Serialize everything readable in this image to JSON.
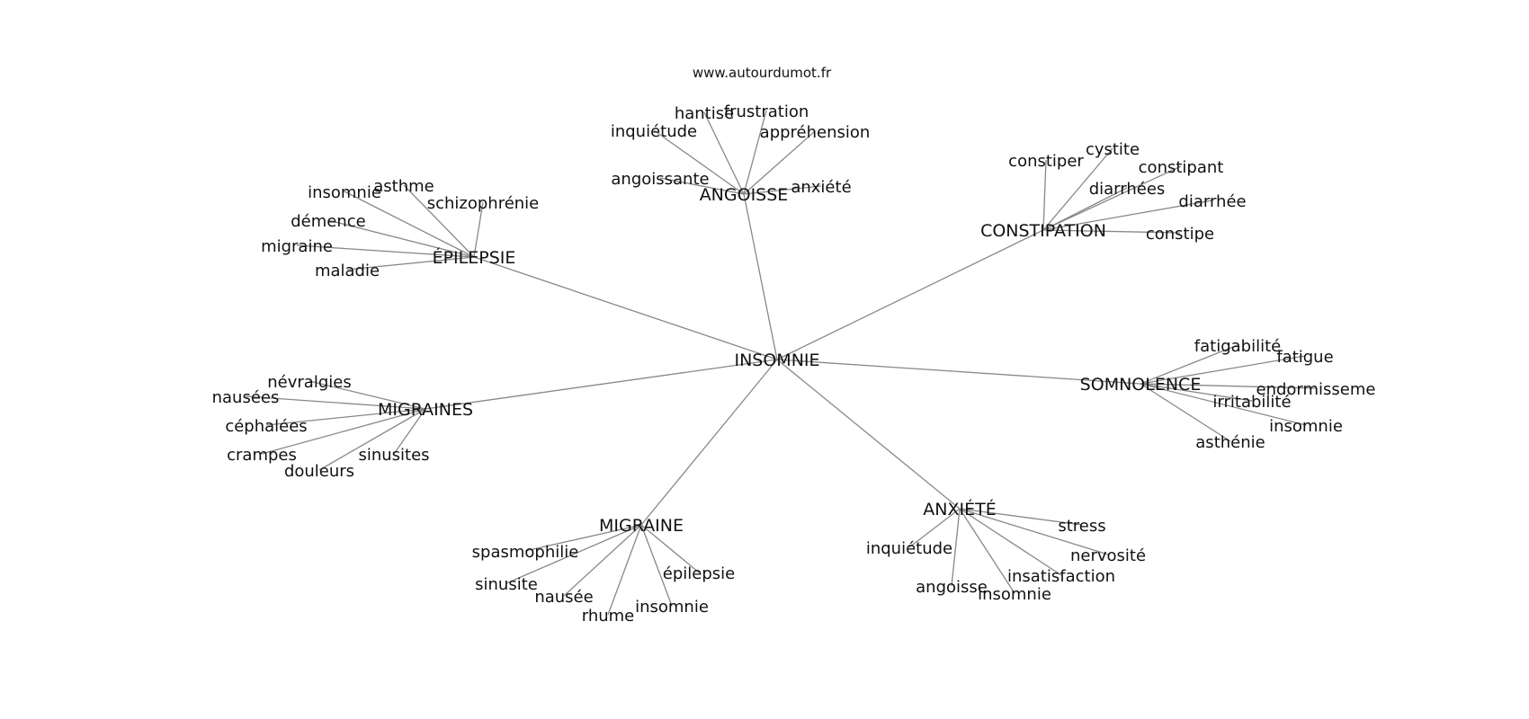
{
  "source": "www.autourdumot.fr",
  "center": {
    "id": "insomnie-center",
    "label": "INSOMNIE"
  },
  "clusters": [
    {
      "id": "angoisse",
      "label": "ANGOISSE",
      "words": [
        "hantise",
        "frustration",
        "inquiétude",
        "appréhension",
        "angoissante",
        "anxiété"
      ]
    },
    {
      "id": "constipation",
      "label": "CONSTIPATION",
      "words": [
        "constiper",
        "cystite",
        "constipant",
        "diarrhées",
        "diarrhée",
        "constipe"
      ]
    },
    {
      "id": "epilepsie",
      "label": "ÉPILEPSIE",
      "words": [
        "insomnie",
        "asthme",
        "schizophrénie",
        "démence",
        "migraine",
        "maladie"
      ]
    },
    {
      "id": "somnolence",
      "label": "SOMNOLENCE",
      "words": [
        "fatigabilité",
        "fatigue",
        "endormisseme",
        "irritabilité",
        "insomnie",
        "asthénie"
      ]
    },
    {
      "id": "migraines",
      "label": "MIGRAINES",
      "words": [
        "névralgies",
        "nausées",
        "céphalées",
        "crampes",
        "sinusites",
        "douleurs"
      ]
    },
    {
      "id": "migraine",
      "label": "MIGRAINE",
      "words": [
        "spasmophilie",
        "sinusite",
        "nausée",
        "rhume",
        "insomnie",
        "épilepsie"
      ]
    },
    {
      "id": "anxiete",
      "label": "ANXIÉTÉ",
      "words": [
        "stress",
        "inquiétude",
        "nervosité",
        "insatisfaction",
        "angoisse",
        "insomnie"
      ]
    }
  ]
}
